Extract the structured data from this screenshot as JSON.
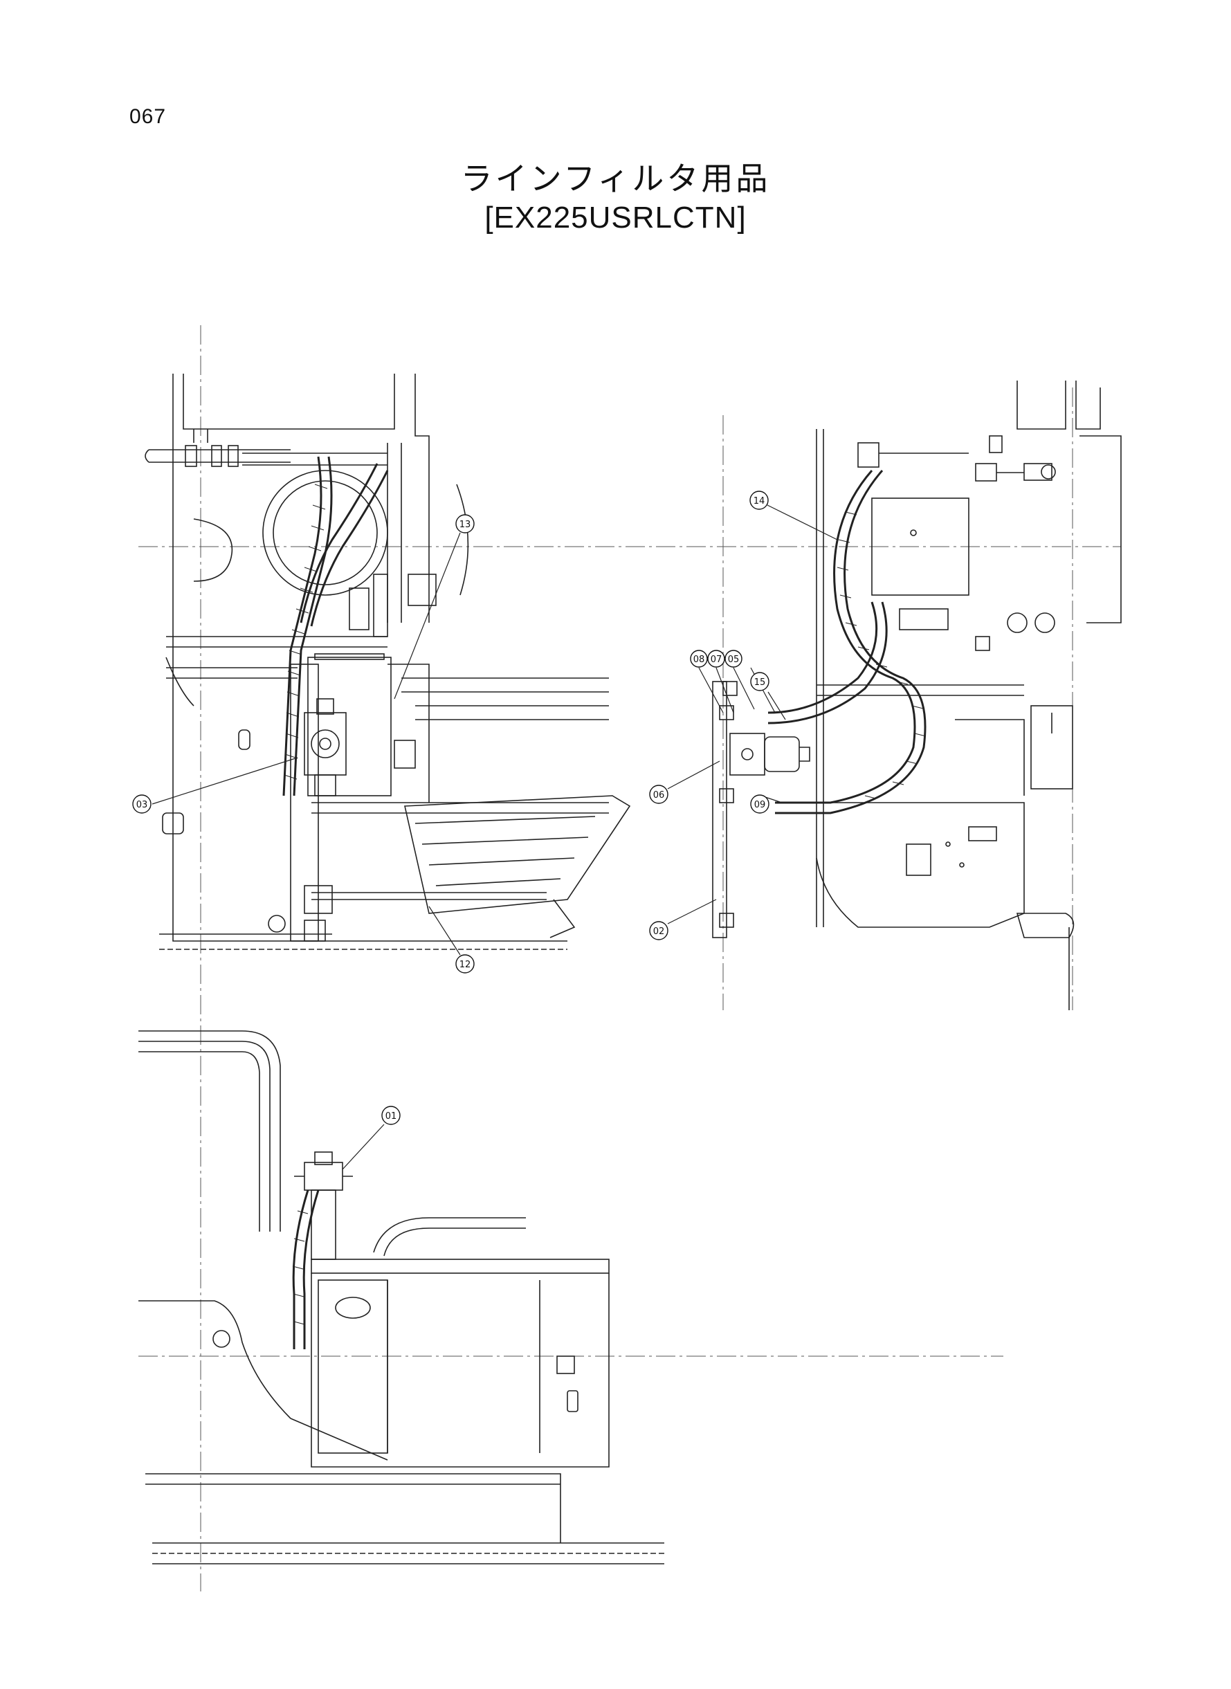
{
  "page": {
    "number": "067"
  },
  "title": {
    "japanese": "ラインフィルタ用品",
    "model": "[EX225USRLCTN]"
  },
  "callouts": {
    "c01": "01",
    "c02": "02",
    "c03": "03",
    "c05": "05",
    "c06": "06",
    "c07": "07",
    "c08": "08",
    "c09": "09",
    "c12": "12",
    "c13": "13",
    "c14": "14",
    "c15": "15"
  }
}
